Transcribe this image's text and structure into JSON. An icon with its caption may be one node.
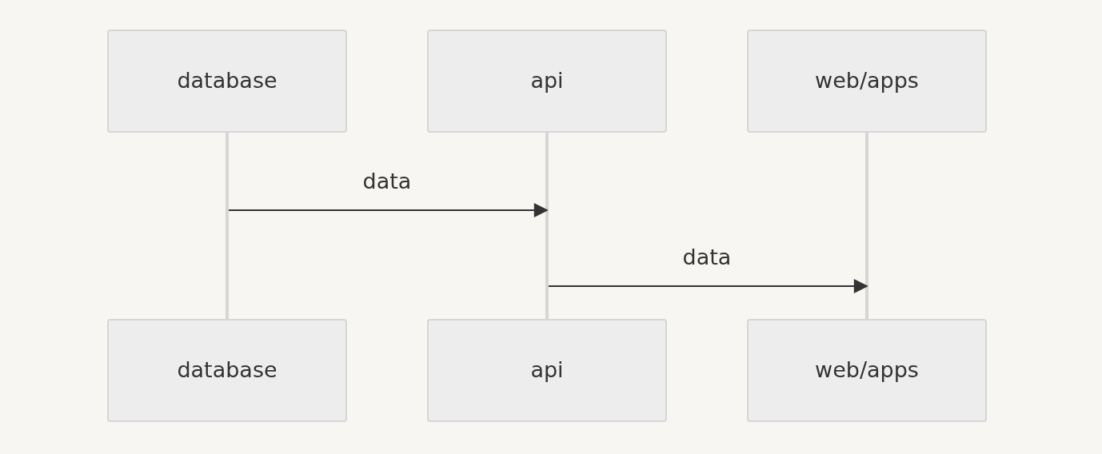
{
  "diagram": {
    "nodes": [
      {
        "text": [
          "database"
        ]
      },
      {
        "text": [
          "api"
        ]
      },
      {
        "text": [
          "web/apps"
        ]
      },
      {
        "text": [],
        "shape": "bar"
      },
      {
        "text": [],
        "shape": "bar"
      },
      {
        "text": [],
        "shape": "bar"
      },
      {
        "text": [
          "database"
        ]
      },
      {
        "text": [
          "api"
        ]
      },
      {
        "text": [
          "web/apps"
        ]
      }
    ],
    "edges": [
      {
        "from": 3,
        "to": 4,
        "arrow": "to",
        "label": "data"
      },
      {
        "from": 4,
        "to": 5,
        "arrow": "to",
        "label": "data"
      }
    ]
  }
}
